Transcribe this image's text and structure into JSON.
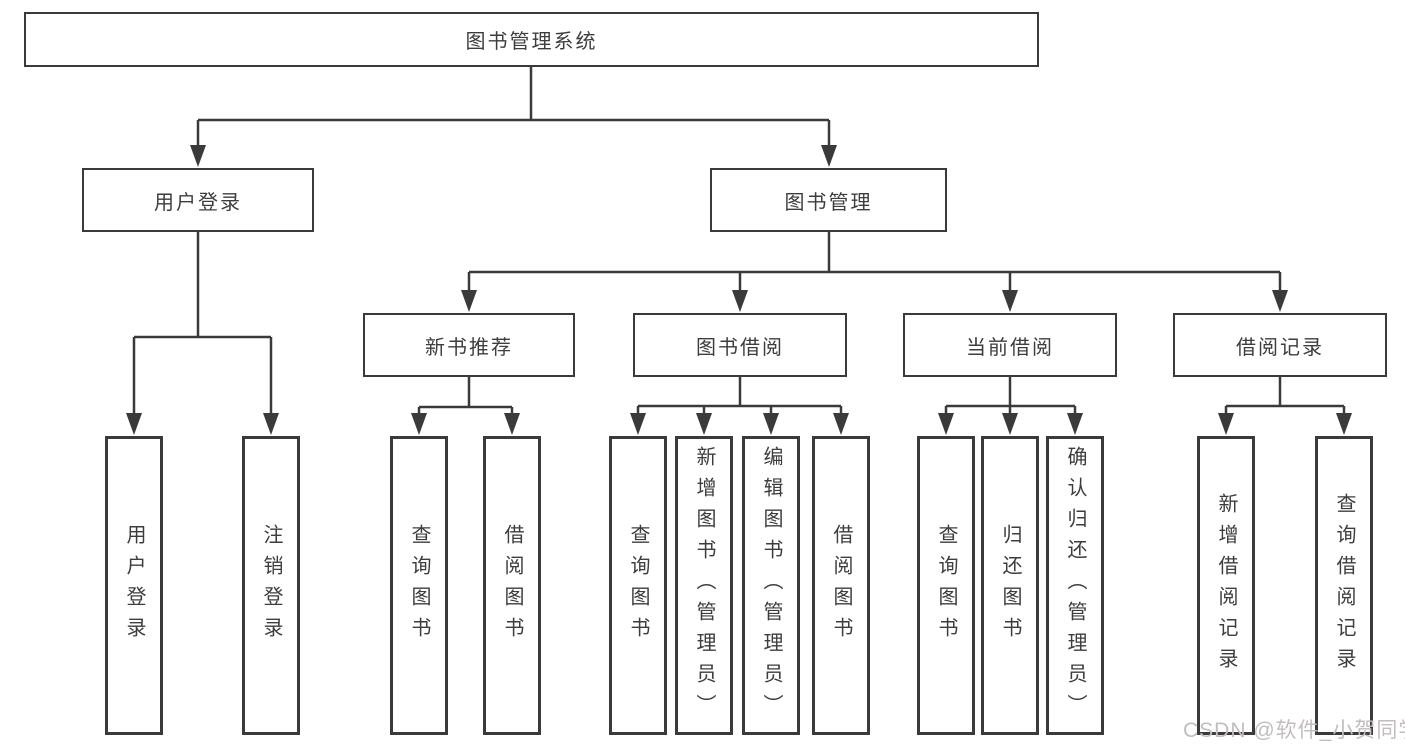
{
  "diagram": {
    "title": "图书管理系统",
    "level2": {
      "login": "用户登录",
      "books": "图书管理"
    },
    "level3": {
      "newbooks": "新书推荐",
      "borrow": "图书借阅",
      "current": "当前借阅",
      "records": "借阅记录"
    },
    "leaves": {
      "user_login": "用户登录",
      "logout": "注销登录",
      "nb_query": "查询图书",
      "nb_borrow": "借阅图书",
      "bw_query": "查询图书",
      "bw_add": "新增图书（管理员）",
      "bw_edit": "编辑图书（管理员）",
      "bw_borrow": "借阅图书",
      "cur_query": "查询图书",
      "cur_return": "归还图书",
      "cur_confirm": "确认归还（管理员）",
      "rec_add": "新增借阅记录",
      "rec_query": "查询借阅记录"
    }
  },
  "watermark": "CSDN @软件_小贺同学",
  "colors": {
    "line": "#3a3a3a",
    "text": "#3d3d3d",
    "background": "#ffffff",
    "watermark": "#c2bec0"
  }
}
